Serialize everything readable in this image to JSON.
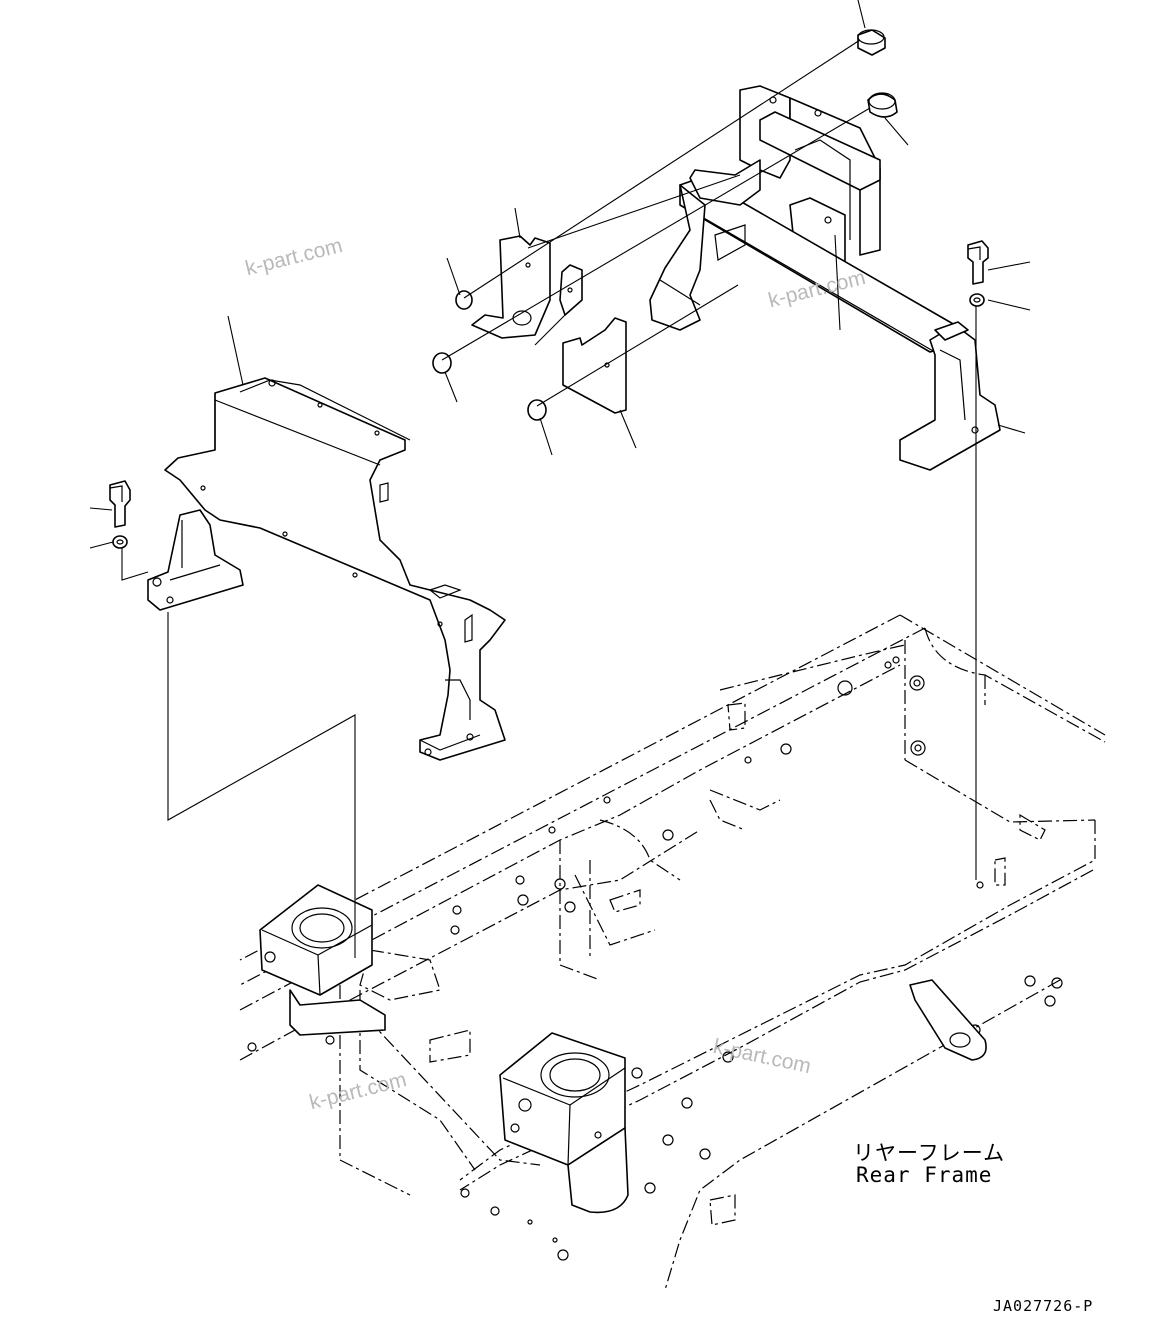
{
  "watermarks": [
    "k-part.com",
    "k-part.com",
    "k-part.com",
    "k-part.com"
  ],
  "labels": {
    "title_jp": "リヤーフレーム",
    "title_en": "Rear Frame"
  },
  "drawing_number": "JA027726-P"
}
